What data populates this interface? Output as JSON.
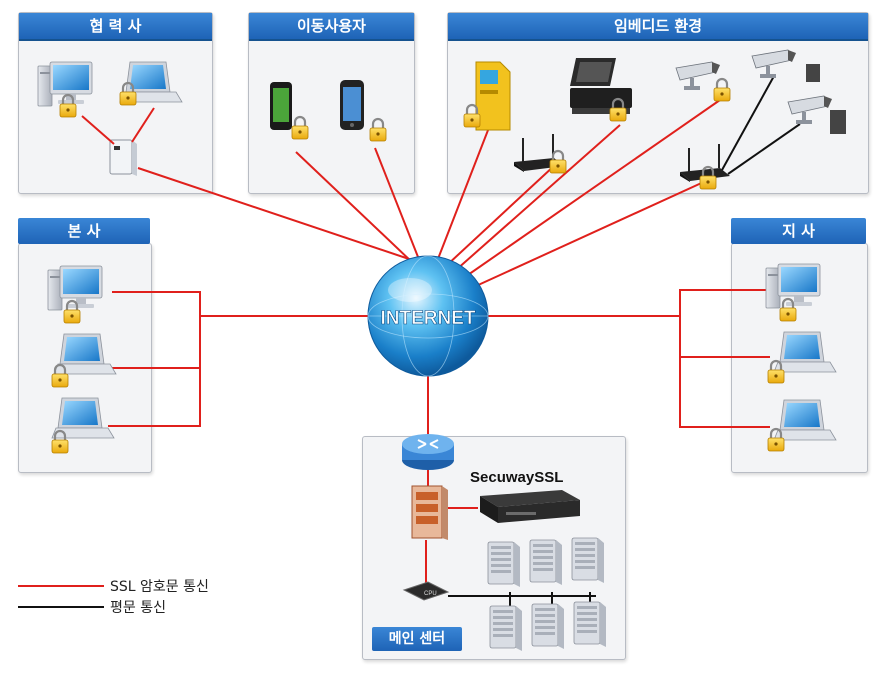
{
  "groups": {
    "partner": "협 력 사",
    "mobile": "이동사용자",
    "embedded": "임베디드 환경",
    "hq": "본 사",
    "branch": "지 사",
    "main": "메인 센터"
  },
  "center": {
    "internet_label": "INTERNET",
    "product_label": "SecuwaySSL",
    "cpu_label": "CPU"
  },
  "legend": {
    "ssl_label": "SSL 암호문 통신",
    "plain_label": "평문 통신"
  },
  "colors": {
    "ssl_line": "#e0201c",
    "plain_line": "#111111",
    "header": "#2a74c9"
  }
}
